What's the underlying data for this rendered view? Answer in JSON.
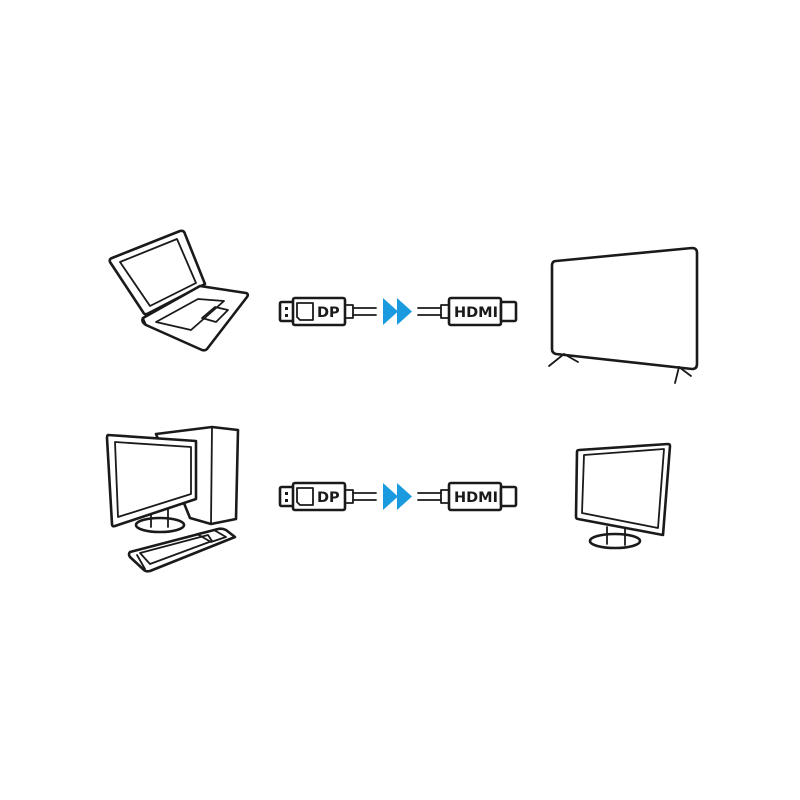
{
  "diagram": {
    "title": "",
    "accent_color": "#1a9be0",
    "rows": [
      {
        "source_device": "laptop",
        "cable": {
          "source_connector": "DP",
          "target_connector": "HDMI",
          "direction_icon": "double-chevron-right"
        },
        "target_device": "tv"
      },
      {
        "source_device": "desktop-computer",
        "cable": {
          "source_connector": "DP",
          "target_connector": "HDMI",
          "direction_icon": "double-chevron-right"
        },
        "target_device": "monitor"
      }
    ]
  }
}
